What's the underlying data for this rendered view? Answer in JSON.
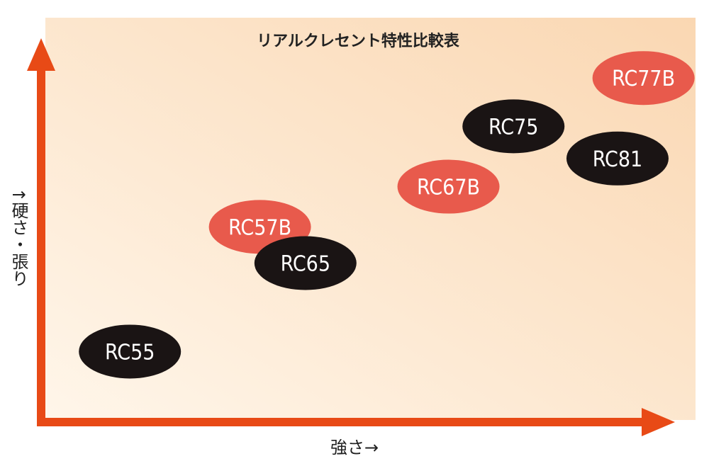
{
  "chart_data": {
    "type": "scatter",
    "title": "リアルクレセント特性比較表",
    "xlabel": "強さ→",
    "ylabel": "↑硬さ・張り",
    "xlim": [
      0,
      10
    ],
    "ylim": [
      0,
      10
    ],
    "grid": false,
    "legend": "none",
    "colors": {
      "background_start": "#fff6ea",
      "background_end": "#fad7b2",
      "axis": "#e84a16",
      "black_point": "#1a1414",
      "red_point": "#e85a4c",
      "label": "#ffffff"
    },
    "points": [
      {
        "label": "RC55",
        "x": 1.3,
        "y": 1.7,
        "color": "black"
      },
      {
        "label": "RC57B",
        "x": 3.3,
        "y": 4.8,
        "color": "red"
      },
      {
        "label": "RC65",
        "x": 4.0,
        "y": 3.9,
        "color": "black"
      },
      {
        "label": "RC67B",
        "x": 6.2,
        "y": 5.8,
        "color": "red"
      },
      {
        "label": "RC75",
        "x": 7.2,
        "y": 7.3,
        "color": "black"
      },
      {
        "label": "RC81",
        "x": 8.8,
        "y": 6.5,
        "color": "black"
      },
      {
        "label": "RC77B",
        "x": 9.2,
        "y": 8.5,
        "color": "red"
      }
    ]
  }
}
